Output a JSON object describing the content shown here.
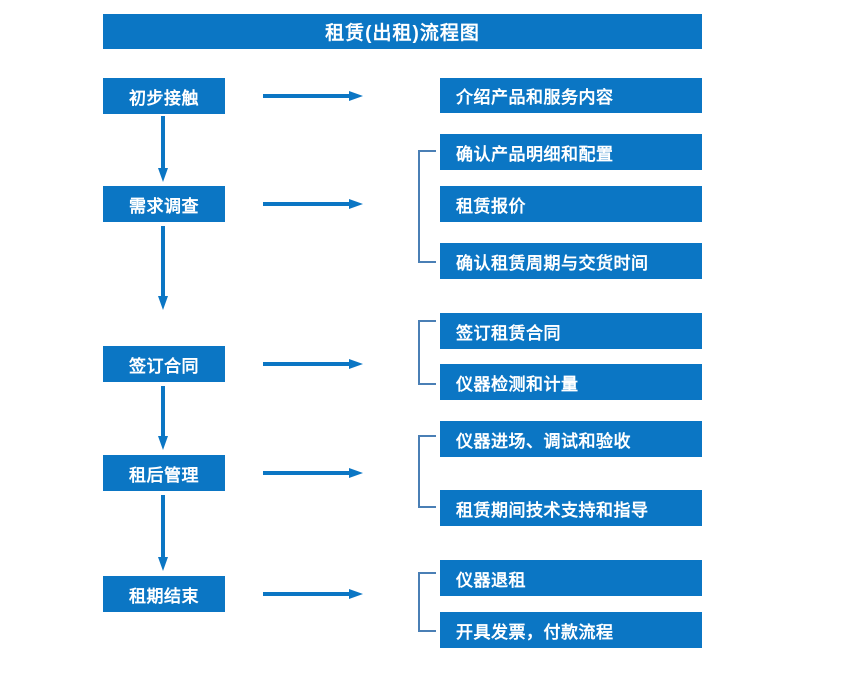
{
  "diagram": {
    "title": "租赁(出租)流程图",
    "colors": {
      "box_fill": "#0b76c4",
      "box_text": "#ffffff",
      "arrow": "#0b76c4",
      "bracket": "#4a7fb5",
      "background": "#ffffff"
    },
    "stages": [
      {
        "label": "初步接触"
      },
      {
        "label": "需求调查"
      },
      {
        "label": "签订合同"
      },
      {
        "label": "租后管理"
      },
      {
        "label": "租期结束"
      }
    ],
    "details": [
      {
        "label": "介绍产品和服务内容"
      },
      {
        "label": "确认产品明细和配置"
      },
      {
        "label": "租赁报价"
      },
      {
        "label": "确认租赁周期与交货时间"
      },
      {
        "label": "签订租赁合同"
      },
      {
        "label": "仪器检测和计量"
      },
      {
        "label": "仪器进场、调试和验收"
      },
      {
        "label": "租赁期间技术支持和指导"
      },
      {
        "label": "仪器退租"
      },
      {
        "label": "开具发票，付款流程"
      }
    ],
    "connectors": {
      "horizontal_arrow_count": 5,
      "vertical_arrow_count": 4,
      "bracket_count": 4
    }
  }
}
